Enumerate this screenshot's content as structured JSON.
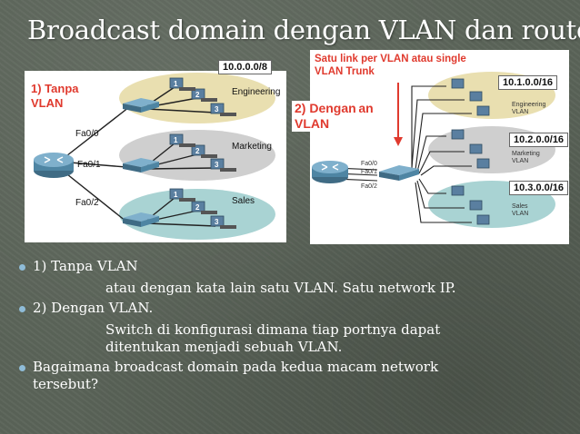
{
  "title": "Broadcast domain dengan VLAN dan router",
  "left_diagram": {
    "case_label": [
      "1) Tanpa",
      "VLAN"
    ],
    "network_tag": "10.0.0.0/8",
    "ports": [
      "Fa0/0",
      "Fa0/1",
      "Fa0/2"
    ],
    "groups": [
      "Engineering",
      "Marketing",
      "Sales"
    ],
    "host_numbers": [
      "1",
      "2",
      "3"
    ]
  },
  "right_diagram": {
    "callout": [
      "Satu link per VLAN atau  single",
      "VLAN Trunk"
    ],
    "case_label": [
      "2) Dengan",
      "VLAN"
    ],
    "subnet_tags": [
      "10.1.0.0/16",
      "10.2.0.0/16",
      "10.3.0.0/16"
    ],
    "ports": [
      "Fa0/0",
      "Fa0/1",
      "Fa0/2"
    ],
    "vlans": [
      [
        "Engineering",
        "VLAN"
      ],
      [
        "Marketing",
        "VLAN"
      ],
      [
        "Sales",
        "VLAN"
      ]
    ]
  },
  "bullets": [
    {
      "text": "1) Tanpa VLAN",
      "sub": "atau dengan kata lain satu VLAN.  Satu network IP."
    },
    {
      "text": "2) Dengan VLAN.",
      "sub": "Switch di konfigurasi dimana tiap portnya dapat ditentukan menjadi sebuah VLAN."
    },
    {
      "text": "Bagaimana broadcast domain pada kedua  macam network tersebut?",
      "sub": ""
    }
  ],
  "colors": {
    "engineering": "#e9dfb0",
    "marketing": "#cfcfcf",
    "sales": "#a9d3d3",
    "label_red": "#e03a2e",
    "accent": "#8fbcd8"
  }
}
